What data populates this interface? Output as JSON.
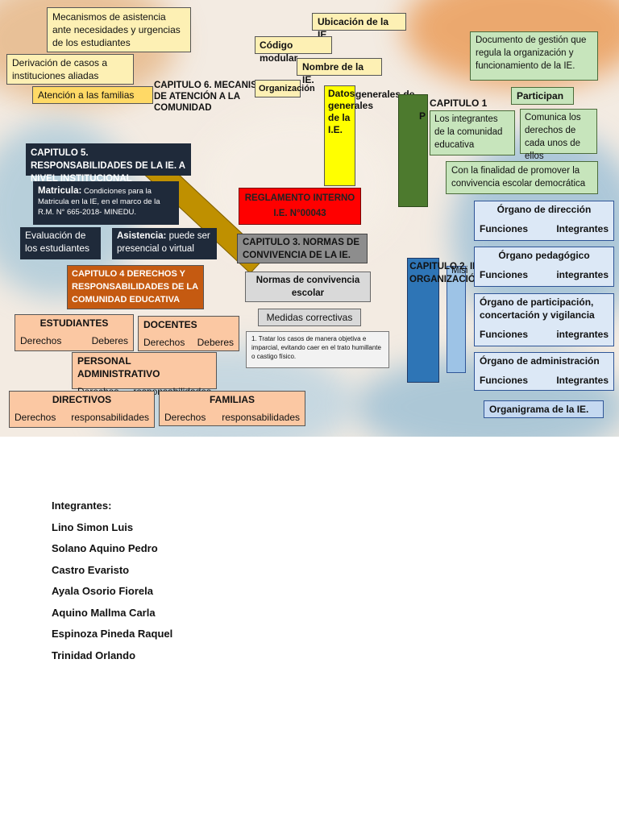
{
  "colors": {
    "banner": "#f3ebe2",
    "red": "#ff0000",
    "yellow": "#ffff00",
    "dark_navy": "#1f2a3a",
    "green": "#4d7a2e",
    "blue": "#2e75b6",
    "peach": "#fbc8a3",
    "orange": "#c55a11"
  },
  "map": {
    "center": {
      "title": "REGLAMENTO INTERNO",
      "subtitle": "I.E. N°00043"
    },
    "cap6": {
      "title": "CAPITULO 6. MECANISMOS DE ATENCIÓN A LA COMUNIDAD",
      "asistencia": "Mecanismos de asistencia ante necesidades y urgencias de los estudiantes",
      "derivacion": "Derivación de casos a instituciones aliadas",
      "atencion": "Atención a las familias"
    },
    "cap1": {
      "title": "CAPITULO 1",
      "fragment": "P",
      "datos": "Datos generales de la I.E.",
      "datos_overflow": "generales de",
      "ubicacion": "Ubicación de la IE.",
      "codigo": "Código modular",
      "nombre": "Nombre de la IE.",
      "organizacion": "Organización",
      "documento": "Documento de gestión que regula la organización y funcionamiento de la IE.",
      "participan": "Participan",
      "integrantes": "Los integrantes de la comunidad educativa",
      "comunica": "Comunica los derechos de cada unos de ellos",
      "finalidad": "Con la finalidad de promover la convivencia escolar democrática"
    },
    "cap5": {
      "title": "CAPITULO 5. RESPONSABILIDADES DE LA IE. A NIVEL INSTITUCIONAL",
      "matricula_label": "Matricula:",
      "matricula_text": "Condiciones para la Matricula en la IE, en el marco de la R.M. N° 665-2018- MINEDU.",
      "evaluacion": "Evaluación de los estudiantes",
      "asistencia_label": "Asistencia:",
      "asistencia_text": "puede ser presencial o virtual"
    },
    "cap3": {
      "title": "CAPITULO 3. NORMAS DE CONVIVENCIA DE LA IE.",
      "normas": "Normas de convivencia escolar",
      "medidas": "Medidas correctivas",
      "item": "1. Tratar los casos de manera objetiva e imparcial, evitando caer en el trato humillante o castigo físico."
    },
    "cap4": {
      "title": "CAPITULO 4 DERECHOS Y RESPONSABILIDADES DE LA COMUNIDAD EDUCATIVA",
      "estudiantes": {
        "title": "ESTUDIANTES",
        "a": "Derechos",
        "b": "Deberes"
      },
      "docentes": {
        "title": "DOCENTES",
        "a": "Derechos",
        "b": "Deberes"
      },
      "administrativo": {
        "title": "PERSONAL ADMINISTRATIVO",
        "a": "Derechos",
        "b": "responsabilidades"
      },
      "directivos": {
        "title": "DIRECTIVOS",
        "a": "Derechos",
        "b": "responsabilidades"
      },
      "familias": {
        "title": "FAMILIAS",
        "a": "Derechos",
        "b": "responsabilidades"
      }
    },
    "cap2": {
      "title": "CAPITULO 2. IE ORGANIZACIÓN",
      "mision": "Misi",
      "organos": [
        {
          "title": "Órgano de dirección",
          "a": "Funciones",
          "b": "Integrantes"
        },
        {
          "title": "Órgano pedagógico",
          "a": "Funciones",
          "b": "integrantes"
        },
        {
          "title": "Órgano de participación, concertación y vigilancia",
          "a": "Funciones",
          "b": "integrantes"
        },
        {
          "title": "Órgano de administración",
          "a": "Funciones",
          "b": "Integrantes"
        }
      ],
      "organigrama": "Organigrama de la IE."
    }
  },
  "team": {
    "heading": "Integrantes:",
    "members": [
      "Lino Simon Luis",
      "Solano Aquino Pedro",
      "Castro Evaristo",
      "Ayala Osorio Fiorela",
      "Aquino Mallma Carla",
      "Espinoza Pineda Raquel",
      "Trinidad Orlando"
    ]
  }
}
